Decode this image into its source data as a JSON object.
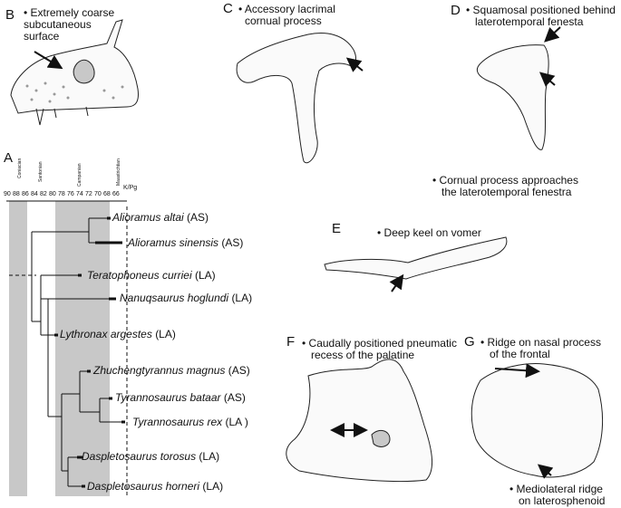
{
  "panels": {
    "a": {
      "letter": "A"
    },
    "b": {
      "letter": "B",
      "note": "• Extremely coarse subcutaneous surface"
    },
    "c": {
      "letter": "C",
      "note_line1": "• Accessory lacrimal",
      "note_line2": "cornual process"
    },
    "d": {
      "letter": "D",
      "note_line1": "• Squamosal positioned behind",
      "note_line2": "laterotemporal fenesta",
      "note2_line1": "• Cornual process approaches",
      "note2_line2": "the laterotemporal fenestra"
    },
    "e": {
      "letter": "E",
      "note": "• Deep keel on vomer"
    },
    "f": {
      "letter": "F",
      "note_line1": "• Caudally positioned pneumatic",
      "note_line2": "recess of the palatine"
    },
    "g": {
      "letter": "G",
      "note_line1": "• Ridge on nasal process",
      "note_line2": "of the frontal",
      "note2_line1": "• Mediolateral ridge",
      "note2_line2": "on laterosphenoid"
    }
  },
  "timescale": {
    "stages": [
      "Coniacian",
      "Santonian",
      "Campanian",
      "Maastrichtian"
    ],
    "ticks": [
      "90",
      "88",
      "86",
      "84",
      "82",
      "80",
      "78",
      "76",
      "74",
      "72",
      "70",
      "68",
      "66"
    ],
    "boundary": "K/Pg"
  },
  "taxa": [
    {
      "genus_species": "Alioramus altai",
      "region": "(AS)"
    },
    {
      "genus_species": "Alioramus sinensis",
      "region": "(AS)"
    },
    {
      "genus_species": "Teratophoneus curriei",
      "region": "(LA)"
    },
    {
      "genus_species": "Nanuqsaurus hoglundi",
      "region": "(LA)"
    },
    {
      "genus_species": "Lythronax argestes",
      "region": "(LA)"
    },
    {
      "genus_species": "Zhuchengtyrannus magnus",
      "region": "(AS)"
    },
    {
      "genus_species": "Tyrannosaurus bataar",
      "region": "(AS)"
    },
    {
      "genus_species": "Tyrannosaurus rex",
      "region": "(LA )"
    },
    {
      "genus_species": "Daspletosaurus torosus",
      "region": "(LA)"
    },
    {
      "genus_species": "Daspletosaurus horneri",
      "region": "(LA)"
    }
  ],
  "colors": {
    "band": "#c8c8c8",
    "ink": "#111111"
  }
}
